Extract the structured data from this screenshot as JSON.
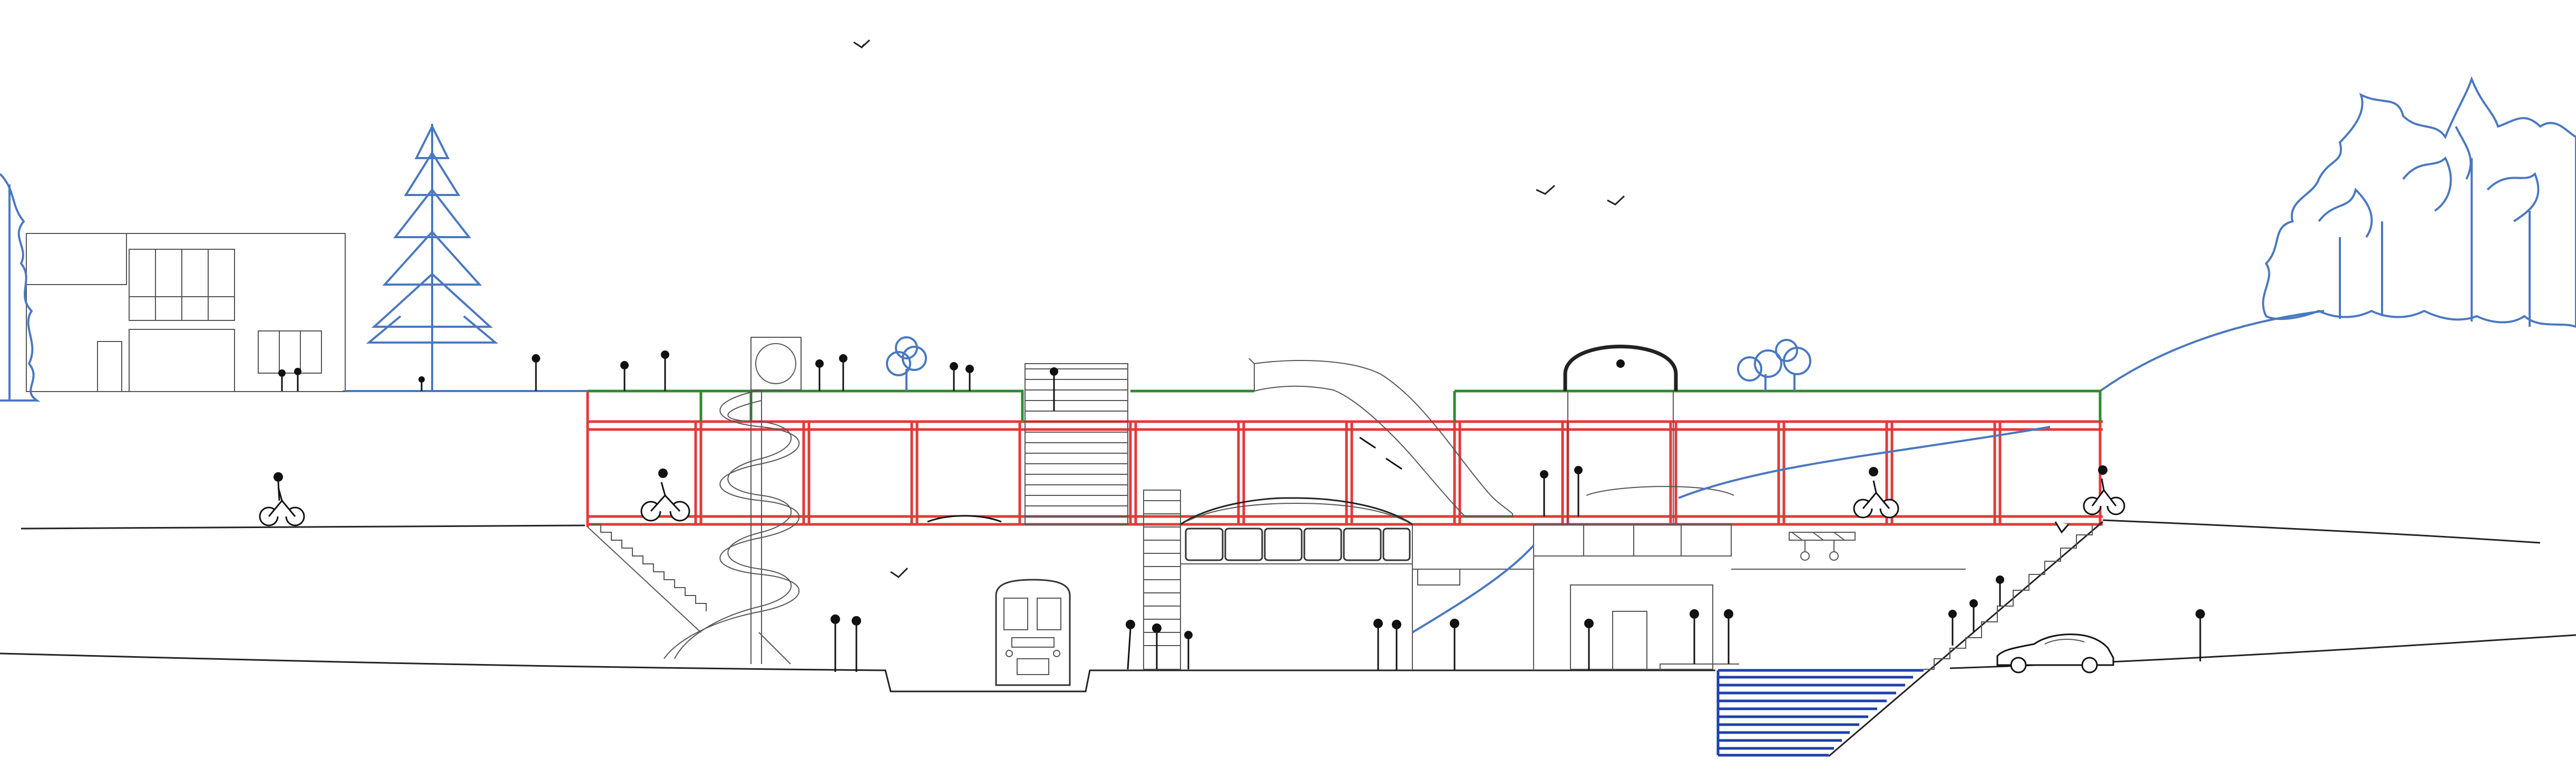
{
  "drawing": {
    "type": "architectural-section",
    "colors": {
      "ground_line": "#222222",
      "structure_frame": "#e23a3a",
      "roof_garden": "#2f8a2f",
      "landscape": "#4a78c0",
      "water_steps": "#1f3fae"
    },
    "elements": [
      "building-left",
      "pine-tree",
      "tree-cluster-right",
      "roof-garden",
      "red-frame",
      "spiral-slide",
      "stair-tower",
      "metro-train",
      "vaulted-hall",
      "arched-skylight",
      "amphitheatre-steps",
      "water-basin",
      "car",
      "cyclists",
      "pedestrians",
      "birds"
    ]
  }
}
